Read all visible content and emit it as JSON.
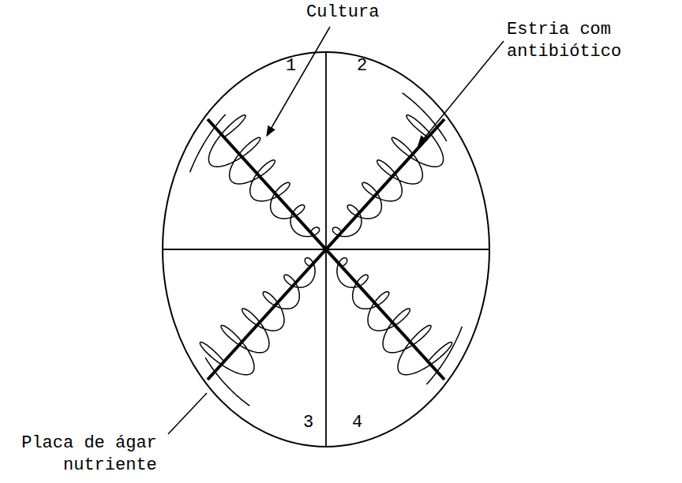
{
  "diagram": {
    "labels": [
      "Cultura",
      "Estria com antibiótico",
      "1",
      "2",
      "3",
      "4",
      "Placa de ágar nutriente"
    ]
  }
}
